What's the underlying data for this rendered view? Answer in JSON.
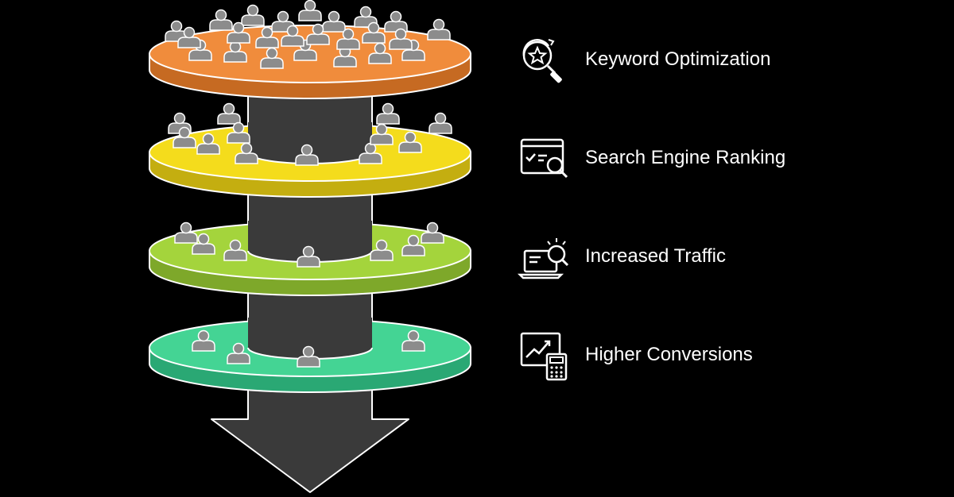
{
  "colors": {
    "background": "#000000",
    "core": "#3a3a3a",
    "outline": "#ffffff",
    "person": "#8c8c8c",
    "stage_1": "#f08c3c",
    "stage_2": "#f4dc1c",
    "stage_3": "#a4d43c",
    "stage_4": "#44d494"
  },
  "stages": [
    {
      "label": "Keyword Optimization",
      "icon": "search-star-icon",
      "color": "#f08c3c",
      "people": 24
    },
    {
      "label": "Search Engine Ranking",
      "icon": "browser-search-icon",
      "color": "#f4dc1c",
      "people": 12
    },
    {
      "label": "Increased Traffic",
      "icon": "laptop-search-icon",
      "color": "#a4d43c",
      "people": 7
    },
    {
      "label": "Higher Conversions",
      "icon": "chart-calculator-icon",
      "color": "#44d494",
      "people": 4
    }
  ]
}
